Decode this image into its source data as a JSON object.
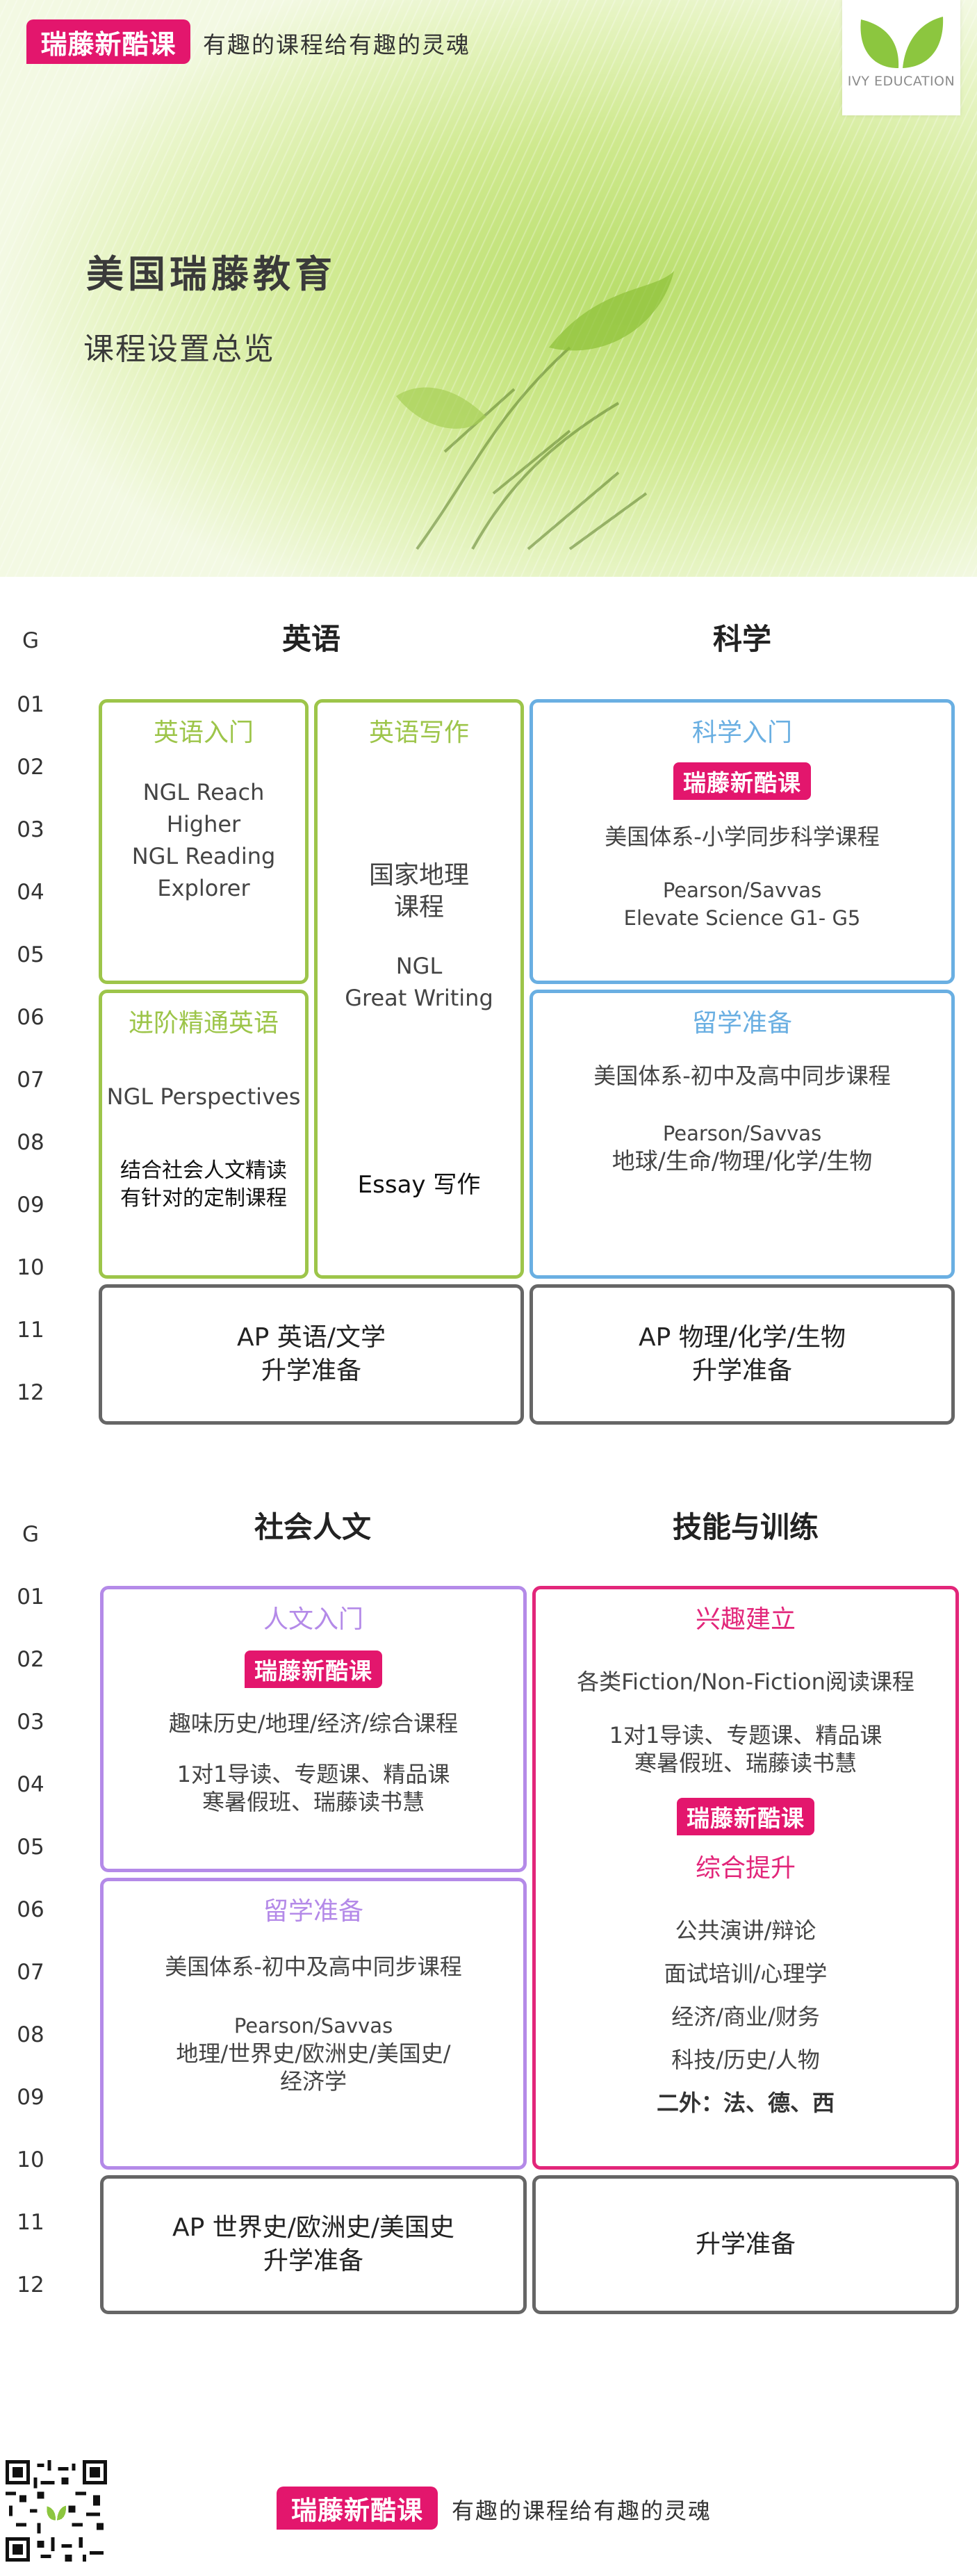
{
  "brand": {
    "badge": "瑞藤新酷课",
    "slogan": "有趣的课程给有趣的灵魂"
  },
  "logo": {
    "text": "IVY EDUCATION"
  },
  "hero": {
    "title": "美国瑞藤教育",
    "subtitle": "课程设置总览"
  },
  "grades": [
    "G",
    "01",
    "02",
    "03",
    "04",
    "05",
    "06",
    "07",
    "08",
    "09",
    "10",
    "11",
    "12"
  ],
  "section1": {
    "col1_title": "英语",
    "col2_title": "科学",
    "english_intro": {
      "title": "英语入门",
      "lines": [
        "NGL Reach",
        "Higher",
        "NGL Reading",
        "Explorer"
      ]
    },
    "english_writing": {
      "title": "英语写作",
      "item1_line1": "国家地理",
      "item1_line2": "课程",
      "item2_line1": "NGL",
      "item2_line2": "Great Writing",
      "item3": "Essay 写作"
    },
    "english_advanced": {
      "title": "进阶精通英语",
      "line1": "NGL Perspectives",
      "line2": "结合社会人文精读",
      "line3": "有针对的定制课程"
    },
    "science_intro": {
      "title": "科学入门",
      "badge": "瑞藤新酷课",
      "line1": "美国体系-小学同步科学课程",
      "line2": "Pearson/Savvas",
      "line3": "Elevate Science G1- G5"
    },
    "science_prep": {
      "title": "留学准备",
      "line1": "美国体系-初中及高中同步课程",
      "line2": "Pearson/Savvas",
      "line3": "地球/生命/物理/化学/生物"
    },
    "ap_english": {
      "line1": "AP 英语/文学",
      "line2": "升学准备"
    },
    "ap_science": {
      "line1": "AP 物理/化学/生物",
      "line2": "升学准备"
    }
  },
  "section2": {
    "col1_title": "社会人文",
    "col2_title": "技能与训练",
    "humanities_intro": {
      "title": "人文入门",
      "badge": "瑞藤新酷课",
      "line1": "趣味历史/地理/经济/综合课程",
      "line2": "1对1导读、专题课、精品课",
      "line3": "寒暑假班、瑞藤读书慧"
    },
    "humanities_prep": {
      "title": "留学准备",
      "line1": "美国体系-初中及高中同步课程",
      "line2": "Pearson/Savvas",
      "line3": "地理/世界史/欧洲史/美国史/",
      "line4": "经济学"
    },
    "skills": {
      "title": "兴趣建立",
      "line1": "各类Fiction/Non-Fiction阅读课程",
      "line2": "1对1导读、专题课、精品课",
      "line3": "寒暑假班、瑞藤读书慧",
      "badge": "瑞藤新酷课",
      "subtitle": "综合提升",
      "items": [
        "公共演讲/辩论",
        "面试培训/心理学",
        "经济/商业/财务",
        "科技/历史/人物"
      ],
      "languages": "二外：法、德、西"
    },
    "ap_humanities": {
      "line1": "AP 世界史/欧洲史/美国史",
      "line2": "升学准备"
    },
    "ap_skills": {
      "line1": "升学准备"
    }
  },
  "footer": {
    "badge": "瑞藤新酷课",
    "slogan": "有趣的课程给有趣的灵魂"
  },
  "colors": {
    "brand_pink": "#e3166d",
    "green": "#9dc54a",
    "blue": "#6aafe2",
    "purple": "#b48ae8",
    "pink": "#e2267a",
    "gray": "#666666"
  },
  "icons": {
    "logo": "ivy-leaf-icon",
    "qr": "qr-code-icon"
  }
}
